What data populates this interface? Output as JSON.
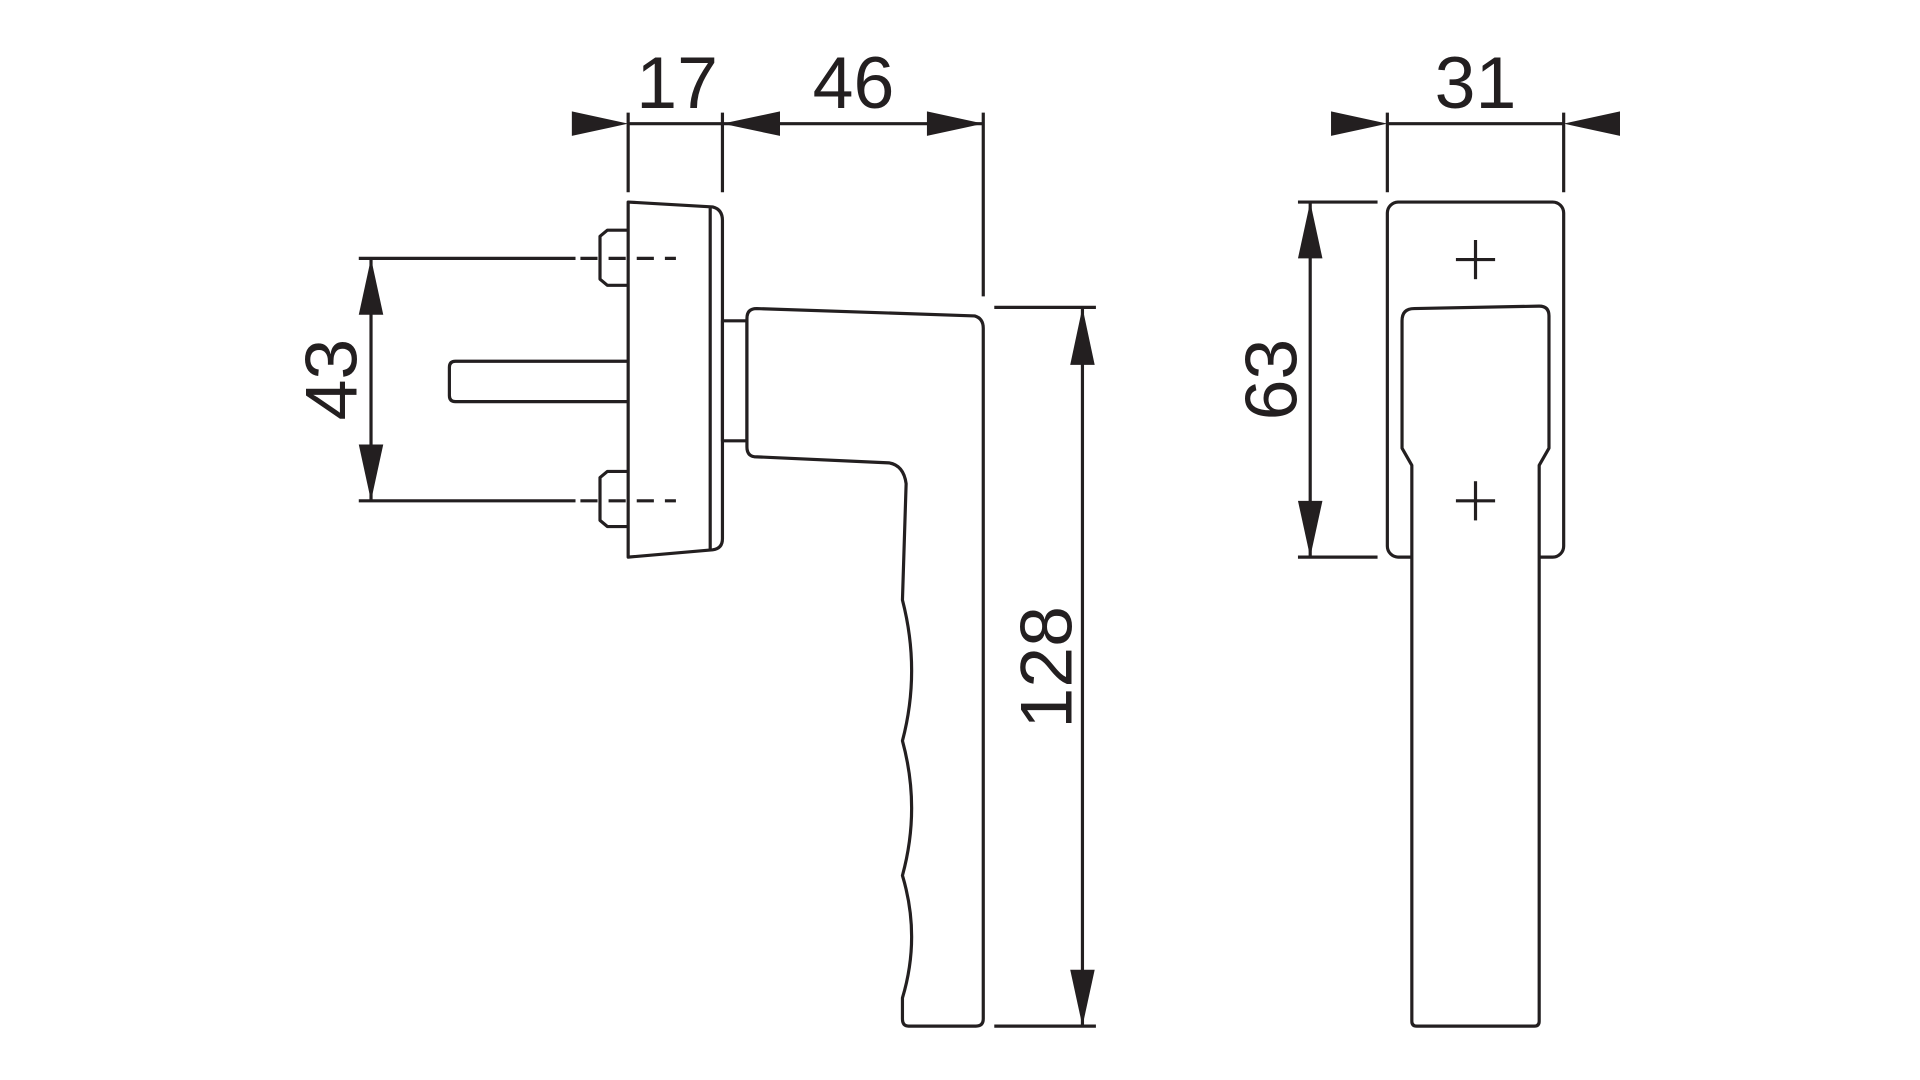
{
  "drawing": {
    "title": "Window handle dimension drawing",
    "line_color": "#231f20",
    "dimensions": {
      "rosette_depth": "17",
      "handle_projection": "46",
      "screw_spacing": "43",
      "handle_length": "128",
      "rosette_width": "31",
      "rosette_height": "63"
    }
  }
}
